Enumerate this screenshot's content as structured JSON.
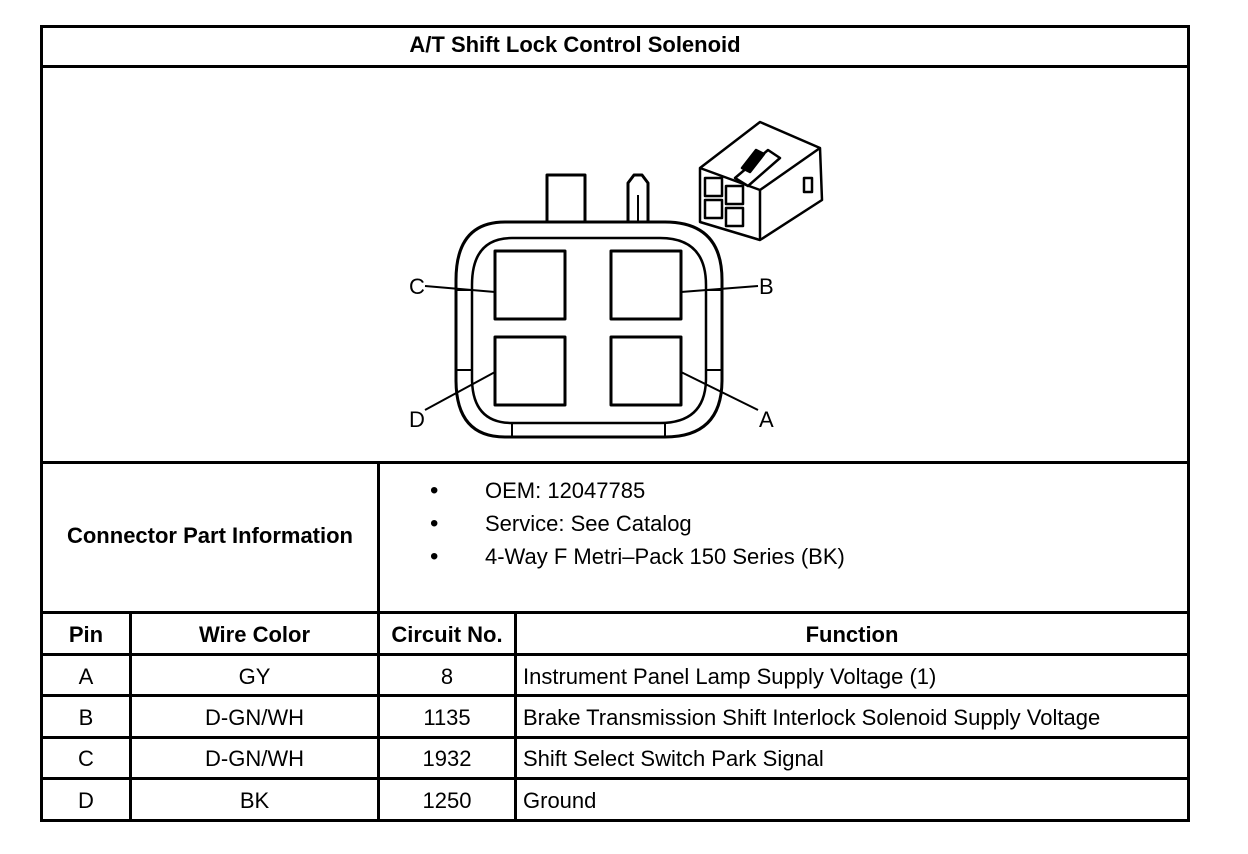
{
  "title": "A/T Shift Lock Control Solenoid",
  "diagram": {
    "pin_labels": {
      "a": "A",
      "b": "B",
      "c": "C",
      "d": "D"
    }
  },
  "connector_info": {
    "label": "Connector Part Information",
    "items": [
      "OEM: 12047785",
      "Service: See Catalog",
      "4-Way F Metri–Pack 150 Series (BK)"
    ]
  },
  "table": {
    "headers": [
      "Pin",
      "Wire Color",
      "Circuit No.",
      "Function"
    ],
    "rows": [
      [
        "A",
        "GY",
        "8",
        "Instrument Panel Lamp Supply Voltage (1)"
      ],
      [
        "B",
        "D-GN/WH",
        "1135",
        "Brake Transmission Shift Interlock Solenoid Supply Voltage"
      ],
      [
        "C",
        "D-GN/WH",
        "1932",
        "Shift Select Switch Park Signal"
      ],
      [
        "D",
        "BK",
        "1250",
        "Ground"
      ]
    ]
  }
}
